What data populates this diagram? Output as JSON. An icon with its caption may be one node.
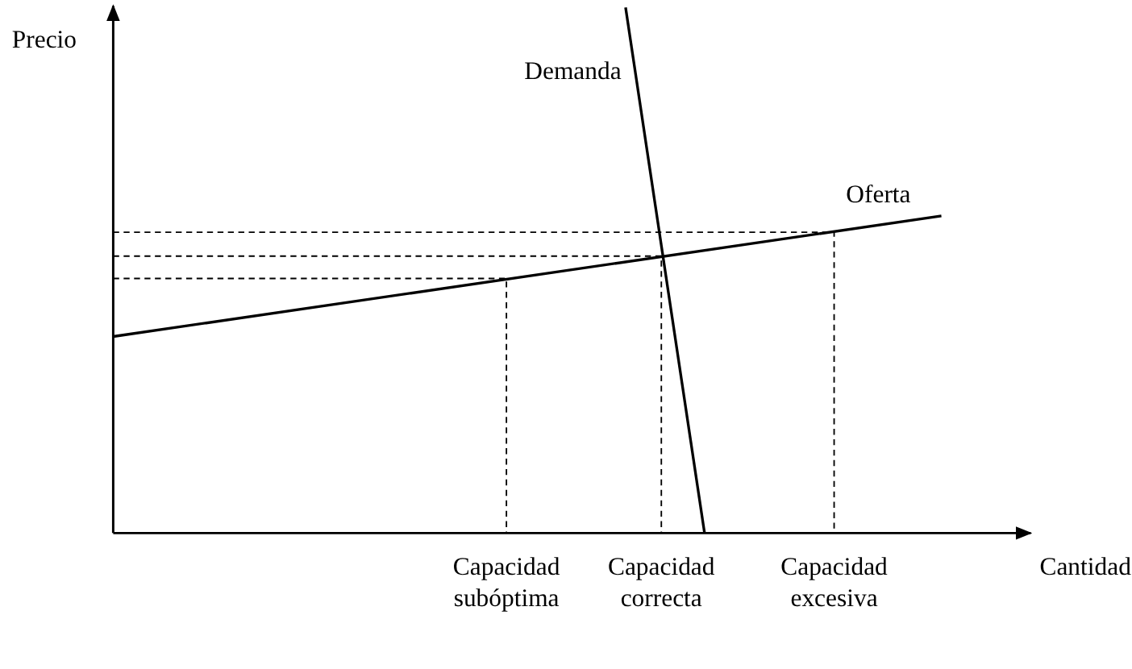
{
  "diagram": {
    "labels": [
      "Precio",
      "Demanda",
      "Oferta",
      "Capacidad subóptima",
      "Capacidad correcta",
      "Capacidad excesiva",
      "Cantidad"
    ]
  }
}
